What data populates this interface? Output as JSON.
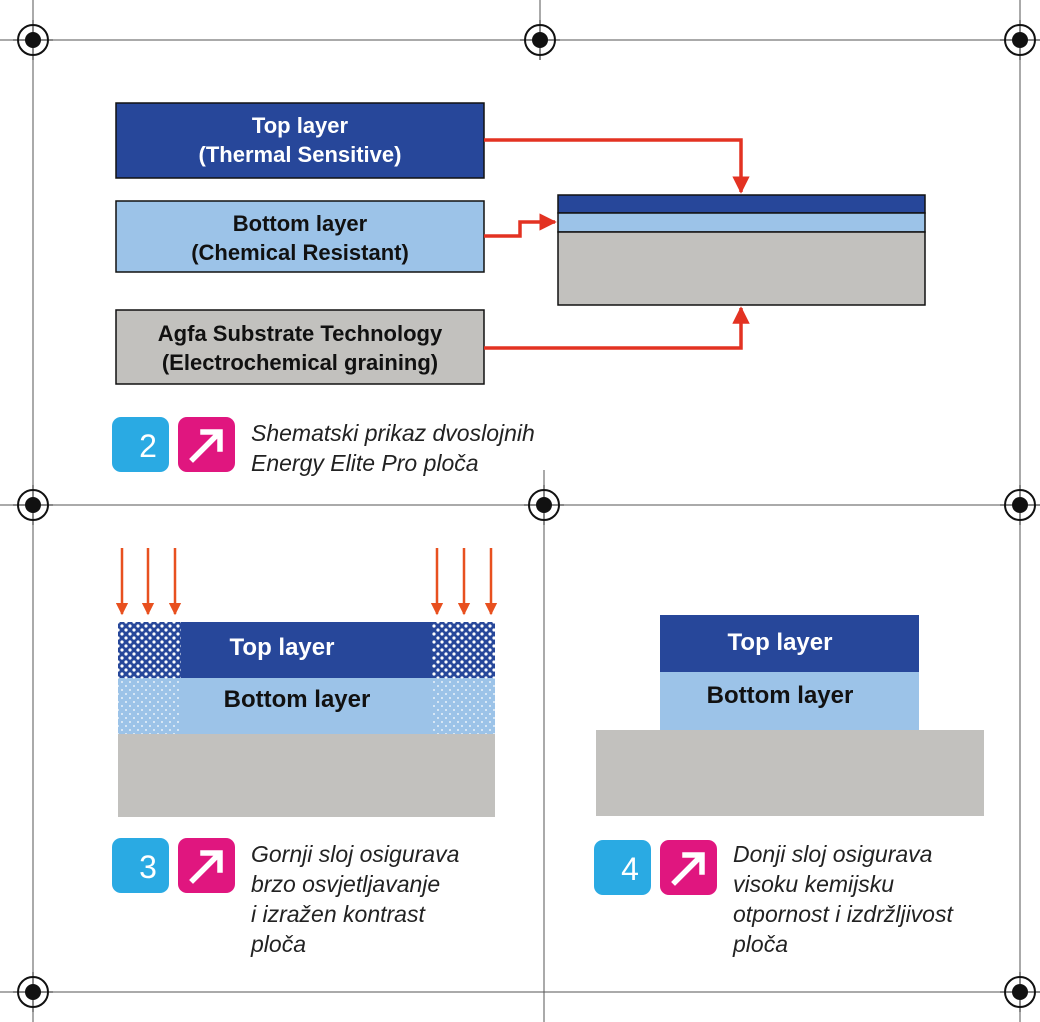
{
  "colors": {
    "top_layer": "#27479a",
    "bottom_layer": "#9cc3e8",
    "substrate": "#c2c1be",
    "arrow_red": "#e33222",
    "arrow_orange": "#e8501f",
    "badge_cyan": "#2aaae3",
    "badge_magenta": "#e0167f"
  },
  "figure2": {
    "top_box": {
      "line1": "Top layer",
      "line2": "(Thermal Sensitive)"
    },
    "bottom_box": {
      "line1": "Bottom layer",
      "line2": "(Chemical Resistant)"
    },
    "substrate_box": {
      "line1": "Agfa Substrate Technology",
      "line2": "(Electrochemical graining)"
    },
    "badge_number": "2",
    "caption_line1": "Shematski prikaz dvoslojnih",
    "caption_line2": "Energy Elite Pro ploča"
  },
  "figure3": {
    "top_label": "Top layer",
    "bottom_label": "Bottom layer",
    "badge_number": "3",
    "caption_line1": "Gornji sloj osigurava",
    "caption_line2": "brzo osvjetljavanje",
    "caption_line3": "i izražen kontrast",
    "caption_line4": "ploča"
  },
  "figure4": {
    "top_label": "Top layer",
    "bottom_label": "Bottom layer",
    "badge_number": "4",
    "caption_line1": "Donji sloj osigurava",
    "caption_line2": "visoku kemijsku",
    "caption_line3": "otpornost i izdržljivost",
    "caption_line4": "ploča"
  }
}
